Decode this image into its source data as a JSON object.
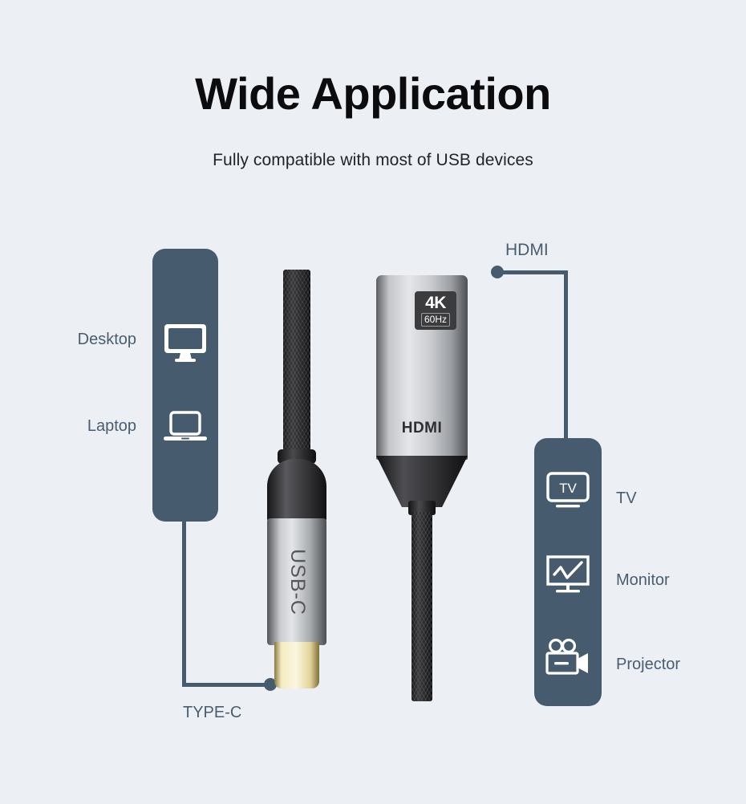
{
  "page": {
    "title": "Wide Application",
    "subtitle": "Fully compatible with most of USB devices",
    "background_color": "#ecf0f5",
    "panel_color": "#465c6e",
    "label_color": "#4a5d70",
    "title_color": "#0c0c0e"
  },
  "source_devices": {
    "panel_name": "source-device-panel",
    "items": [
      {
        "label": "Desktop",
        "icon": "desktop-monitor-icon"
      },
      {
        "label": "Laptop",
        "icon": "laptop-icon"
      }
    ]
  },
  "output_devices": {
    "panel_name": "output-device-panel",
    "items": [
      {
        "label": "TV",
        "icon": "tv-icon"
      },
      {
        "label": "Monitor",
        "icon": "monitor-chart-icon"
      },
      {
        "label": "Projector",
        "icon": "projector-camera-icon"
      }
    ]
  },
  "callouts": {
    "input_connector": "TYPE-C",
    "output_connector": "HDMI"
  },
  "usbc_connector": {
    "body_label": "USB-C",
    "tip_color": "#f2e6b8",
    "shell_color": "#b9bcc0",
    "boot_color": "#2f2f31"
  },
  "hdmi_connector": {
    "port_label": "HDMI",
    "badge_resolution": "4K",
    "badge_refresh": "60Hz",
    "shell_color": "#b2b5b9",
    "badge_color": "#3c3c3e"
  },
  "cable": {
    "jacket": "braided-nylon",
    "color": "#232325"
  }
}
